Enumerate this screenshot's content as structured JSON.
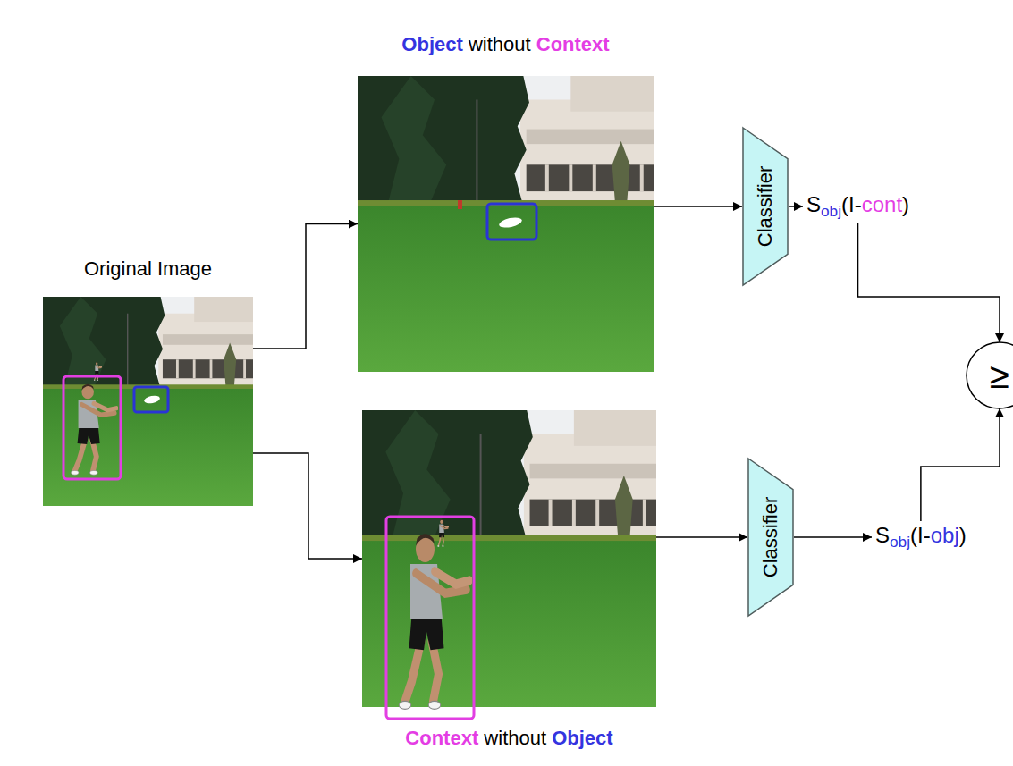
{
  "diagram": {
    "nodes": [
      {
        "text": [
          "Original Image"
        ]
      },
      {
        "text": [
          "Object without Context"
        ]
      },
      {
        "text": [
          "Context without Object"
        ]
      },
      {
        "text": [
          "Classifier"
        ]
      },
      {
        "text": [
          "Classifier"
        ]
      },
      {
        "text": [
          "Sobj(I-cont)"
        ]
      },
      {
        "text": [
          "Sobj(I-obj)"
        ]
      },
      {
        "text": [
          "≥"
        ]
      }
    ],
    "edges": [
      {
        "from": 0,
        "to": 1,
        "arrow": "to"
      },
      {
        "from": 0,
        "to": 2,
        "arrow": "to"
      },
      {
        "from": 1,
        "to": 3,
        "arrow": "to"
      },
      {
        "from": 2,
        "to": 4,
        "arrow": "to"
      },
      {
        "from": 3,
        "to": 5,
        "arrow": "to"
      },
      {
        "from": 4,
        "to": 6,
        "arrow": "to"
      },
      {
        "from": 5,
        "to": 7,
        "arrow": "to"
      },
      {
        "from": 6,
        "to": 7,
        "arrow": "to"
      }
    ]
  }
}
